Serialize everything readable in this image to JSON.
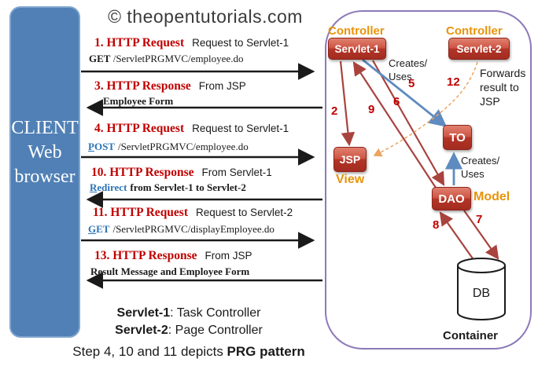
{
  "header": {
    "copyright": "© theopentutorials.com"
  },
  "client": {
    "line1": "CLIENT",
    "line2": "Web",
    "line3": "browser"
  },
  "messages": [
    {
      "step": "1. HTTP Request",
      "desc": "Request to Servlet-1",
      "method": "GET",
      "path": "/ServletPRGMVC/employee.do"
    },
    {
      "step": "3. HTTP Response",
      "desc": "From JSP",
      "detail": "Employee Form"
    },
    {
      "step": "4. HTTP Request",
      "desc": "Request to Servlet-1",
      "method_initial": "P",
      "method_rest": "OST",
      "path": "/ServletPRGMVC/employee.do"
    },
    {
      "step": "10. HTTP Response",
      "desc": "From Servlet-1",
      "method_initial": "R",
      "method_rest": "edirect",
      "detail": "from Servlet-1 to Servlet-2"
    },
    {
      "step": "11. HTTP Request",
      "desc": "Request to Servlet-2",
      "method_initial": "G",
      "method_rest": "ET",
      "path": "/ServletPRGMVC/displayEmployee.do"
    },
    {
      "step": "13. HTTP Response",
      "desc": "From JSP",
      "detail": "Result Message and Employee Form"
    }
  ],
  "container": {
    "label": "Container",
    "servlet1_role": "Controller",
    "servlet1_name": "Servlet-1",
    "servlet2_role": "Controller",
    "servlet2_name": "Servlet-2",
    "to_name": "TO",
    "jsp_name": "JSP",
    "jsp_role": "View",
    "dao_name": "DAO",
    "dao_role": "Model",
    "db_name": "DB",
    "creates_uses_line1": "Creates/",
    "creates_uses_line2": "Uses",
    "forwards_note": "Forwards result to JSP",
    "steps": {
      "n2": "2",
      "n5": "5",
      "n6": "6",
      "n7": "7",
      "n8": "8",
      "n9": "9",
      "n12": "12"
    }
  },
  "footer": {
    "legend1_name": "Servlet-1",
    "legend1_desc": ": Task Controller",
    "legend2_name": "Servlet-2",
    "legend2_desc": ": Page Controller",
    "note_prefix": "Step 4, 10 and 11 depicts ",
    "note_bold": "PRG pattern"
  },
  "colors": {
    "client_panel": "#5080B5",
    "step_red": "#C00000",
    "method_blue": "#2E74B5",
    "role_orange": "#E8940A",
    "box_red": "#B23527",
    "container_border": "#8C7AB8",
    "arrow_red": "#A8433E",
    "arrow_blue": "#5E8BC0",
    "dashed_orange": "#ECA45F"
  }
}
